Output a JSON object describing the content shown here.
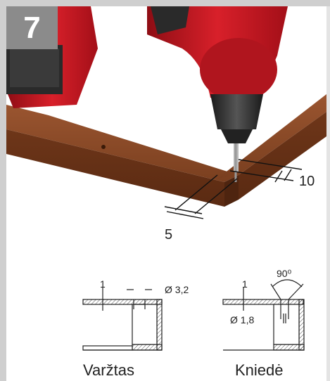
{
  "step": {
    "number": "7"
  },
  "dimensions": {
    "a": "10",
    "b": "5"
  },
  "screw_detail": {
    "thickness": "1",
    "hole": "Ø 3,2",
    "caption": "Varžtas"
  },
  "rivet_detail": {
    "thickness": "1",
    "angle": "90⁰",
    "hole": "Ø 1,8",
    "caption": "Kniedė"
  },
  "colors": {
    "drill_red": "#c8141e",
    "wood": "#7a3f1f",
    "badge": "#8b8b8b",
    "frame": "#cfcfcf"
  },
  "icons": [
    "drill-icon",
    "wooden-frame-icon",
    "screw-section-icon",
    "rivet-section-icon"
  ]
}
